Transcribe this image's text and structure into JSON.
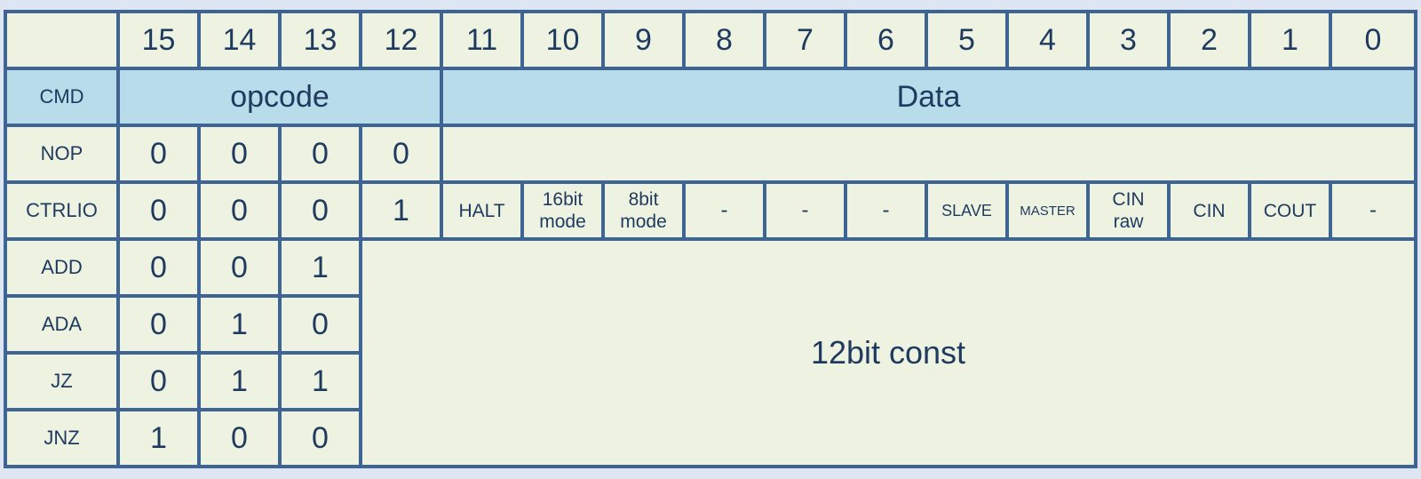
{
  "header": {
    "bits": [
      "15",
      "14",
      "13",
      "12",
      "11",
      "10",
      "9",
      "8",
      "7",
      "6",
      "5",
      "4",
      "3",
      "2",
      "1",
      "0"
    ]
  },
  "rows": {
    "cmd": {
      "label": "CMD",
      "opcode": "opcode",
      "data": "Data"
    },
    "nop": {
      "label": "NOP",
      "bits": [
        "0",
        "0",
        "0",
        "0"
      ]
    },
    "ctrlio": {
      "label": "CTRLIO",
      "bits": [
        "0",
        "0",
        "0",
        "1"
      ],
      "flags": {
        "halt": "HALT",
        "mode16_l1": "16bit",
        "mode16_l2": "mode",
        "mode8_l1": "8bit",
        "mode8_l2": "mode",
        "b8": "-",
        "b7": "-",
        "b6": "-",
        "slave": "SLAVE",
        "master": "MASTER",
        "cinraw_l1": "CIN",
        "cinraw_l2": "raw",
        "cin": "CIN",
        "cout": "COUT",
        "b0": "-"
      }
    },
    "add": {
      "label": "ADD",
      "bits": [
        "0",
        "0",
        "1"
      ]
    },
    "ada": {
      "label": "ADA",
      "bits": [
        "0",
        "1",
        "0"
      ]
    },
    "jz": {
      "label": "JZ",
      "bits": [
        "0",
        "1",
        "1"
      ]
    },
    "jnz": {
      "label": "JNZ",
      "bits": [
        "1",
        "0",
        "0"
      ]
    },
    "const_label": "12bit const"
  }
}
